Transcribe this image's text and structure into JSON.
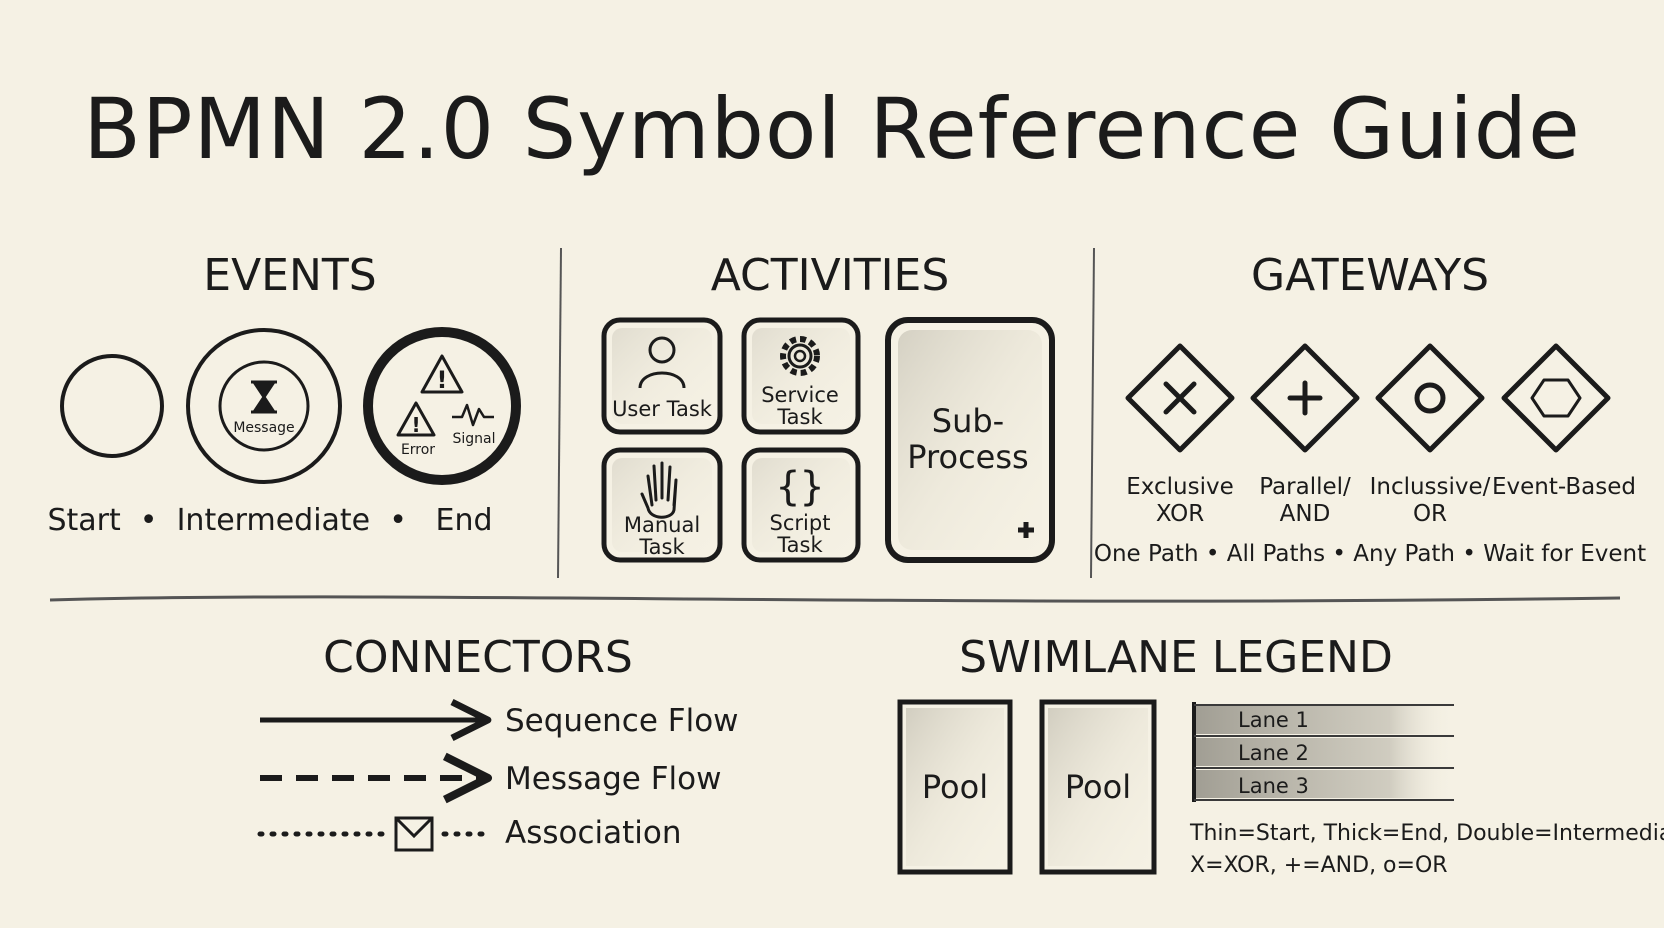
{
  "title": "BPMN 2.0 Symbol Reference Guide",
  "events": {
    "heading": "EVENTS",
    "message_label": "Message",
    "error_label": "Error",
    "signal_label": "Signal",
    "caption": "Start  •  Intermediate  •   End"
  },
  "activities": {
    "heading": "ACTIVITIES",
    "user_task": "User Task",
    "service_task_line1": "Service",
    "service_task_line2": "Task",
    "manual_task_line1": "Manual",
    "manual_task_line2": "Task",
    "script_task_line1": "Script",
    "script_task_line2": "Task",
    "subprocess_line1": "Sub-",
    "subprocess_line2": "Process"
  },
  "gateways": {
    "heading": "GATEWAYS",
    "exclusive_line1": "Exclusive",
    "exclusive_line2": "XOR",
    "parallel_line1": "Parallel/",
    "parallel_line2": "AND",
    "inclusive_line1": "Inclussive/",
    "inclusive_line2": "OR",
    "event_based_line1": "Event-Based",
    "caption": "One Path • All Paths • Any Path • Wait for Event"
  },
  "connectors": {
    "heading": "CONNECTORS",
    "sequence_flow": "Sequence Flow",
    "message_flow": "Message Flow",
    "association": "Association"
  },
  "swimlane": {
    "heading": "SWIMLANE LEGEND",
    "pool_1": "Pool",
    "pool_2": "Pool",
    "lane_1": "Lane 1",
    "lane_2": "Lane 2",
    "lane_3": "Lane 3",
    "note_line1": "Thin=Start, Thick=End, Double=Intermediate",
    "note_line2": "X=XOR, +=AND, o=OR"
  }
}
